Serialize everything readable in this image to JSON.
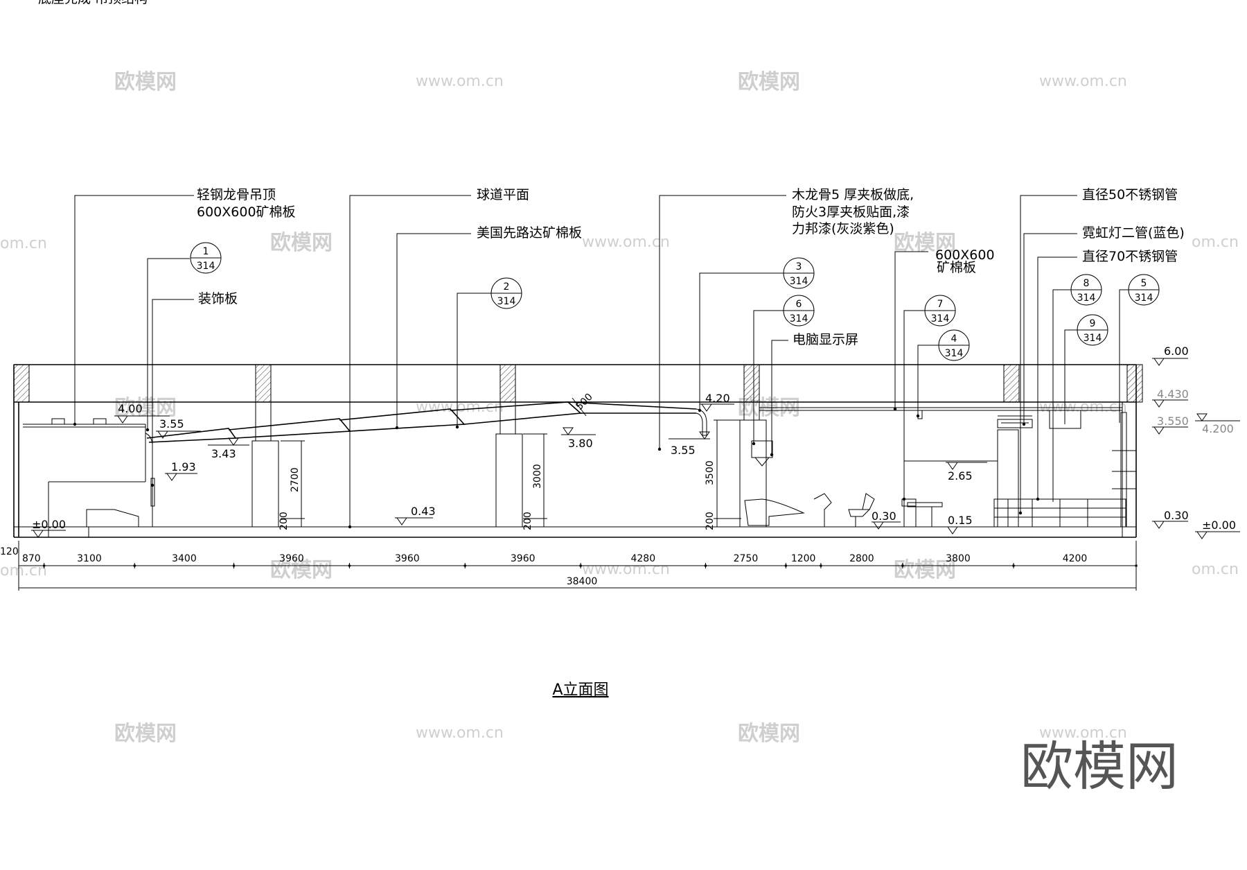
{
  "title": "A立面图",
  "top_cut_text": "一 底座完成 吊顶结构",
  "notes": {
    "ceiling_keel": "轻钢龙骨吊顶",
    "ceiling_board": "600X600矿棉板",
    "lane_plane": "球道平面",
    "armstrong_board": "美国先路达矿棉板",
    "deco_panel": "装饰板",
    "wood_keel_1": "木龙骨5  厚夹板做底,",
    "wood_keel_2": "防火3厚夹板贴面,漆",
    "wood_keel_3": "力邦漆(灰淡紫色)",
    "mineral_board_1": "600X600",
    "mineral_board_2": "矿棉板",
    "monitor": "电脑显示屏",
    "steel_pipe_50": "直径50不锈钢管",
    "neon_lamp": "霓虹灯二管(蓝色)",
    "steel_pipe_70": "直径70不锈钢管"
  },
  "detail_tags": [
    {
      "num": "1",
      "sheet": "314"
    },
    {
      "num": "2",
      "sheet": "314"
    },
    {
      "num": "3",
      "sheet": "314"
    },
    {
      "num": "6",
      "sheet": "314"
    },
    {
      "num": "7",
      "sheet": "314"
    },
    {
      "num": "4",
      "sheet": "314"
    },
    {
      "num": "8",
      "sheet": "314"
    },
    {
      "num": "5",
      "sheet": "314"
    },
    {
      "num": "9",
      "sheet": "314"
    }
  ],
  "levels": [
    "4.00",
    "3.55",
    "3.43",
    "1.93",
    "±0.00",
    "0.43",
    "3.80",
    "4.20",
    "3.55",
    "2.65",
    "0.30",
    "0.15",
    "6.00",
    "4.430",
    "3.550",
    "4.200",
    "0.30",
    "±0.00"
  ],
  "vertical_dims": [
    "2700",
    "200",
    "3000",
    "200",
    "3500",
    "200"
  ],
  "slope_dim": "500",
  "horizontal_dims": [
    "120",
    "870",
    "3100",
    "3400",
    "3960",
    "3960",
    "3960",
    "4280",
    "2750",
    "1200",
    "2800",
    "3800",
    "4200"
  ],
  "total_dim": "38400",
  "watermarks": {
    "brand": "欧模网",
    "site": "www.om.cn",
    "site_partial": "om.cn",
    "big_logo": "欧模网"
  }
}
